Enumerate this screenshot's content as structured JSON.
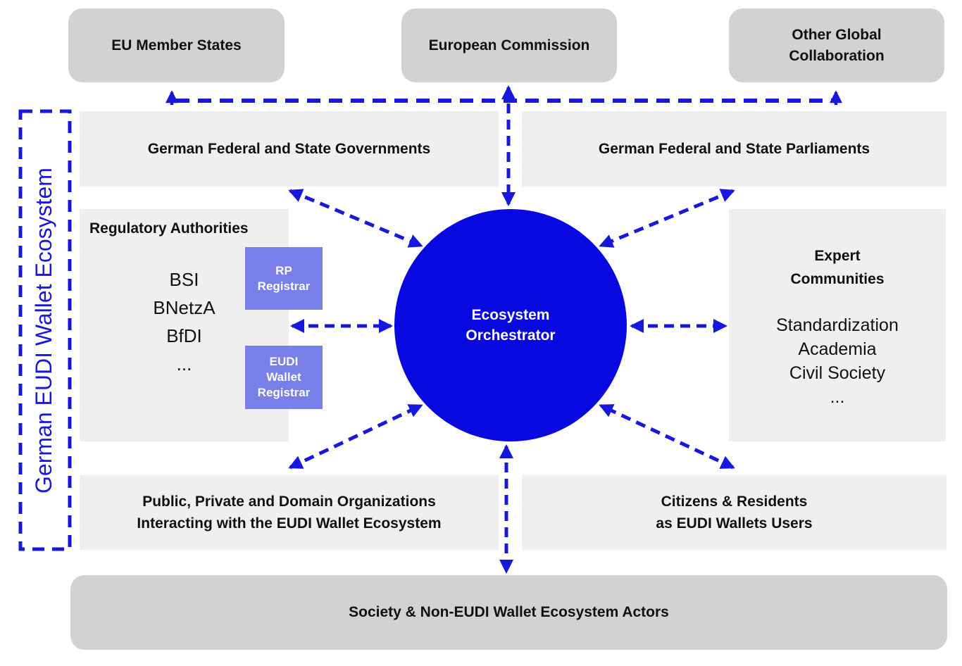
{
  "frame": {
    "label": "German EUDI Wallet Ecosystem"
  },
  "colors": {
    "accent_blue": "#1717dd",
    "circle_blue": "#0808e0",
    "registrar_blue": "#7680e8",
    "box_gray": "#d2d2d2",
    "box_light": "#efefef",
    "text_black": "#111111"
  },
  "top_row": {
    "eu_member_states": "EU Member States",
    "european_commission": "European Commission",
    "other_global_collaboration": [
      "Other Global",
      "Collaboration"
    ]
  },
  "government_row": {
    "governments": "German Federal and State Governments",
    "parliaments": "German Federal and State Parliaments"
  },
  "regulatory": {
    "title": "Regulatory Authorities",
    "items": [
      "BSI",
      "BNetzA",
      "BfDI",
      "..."
    ],
    "rp_registrar": [
      "RP",
      "Registrar"
    ],
    "eudi_wallet_registrar": [
      "EUDI",
      "Wallet",
      "Registrar"
    ]
  },
  "orchestrator": {
    "label": [
      "Ecosystem",
      "Orchestrator"
    ]
  },
  "expert": {
    "title": [
      "Expert",
      "Communities"
    ],
    "items": [
      "Standardization",
      "Academia",
      "Civil Society",
      "..."
    ]
  },
  "bottom_row": {
    "organizations": [
      "Public, Private and Domain Organizations",
      "Interacting with the EUDI Wallet Ecosystem"
    ],
    "citizens": [
      "Citizens & Residents",
      "as EUDI Wallets Users"
    ]
  },
  "society": {
    "label": "Society & Non-EUDI Wallet Ecosystem Actors"
  }
}
